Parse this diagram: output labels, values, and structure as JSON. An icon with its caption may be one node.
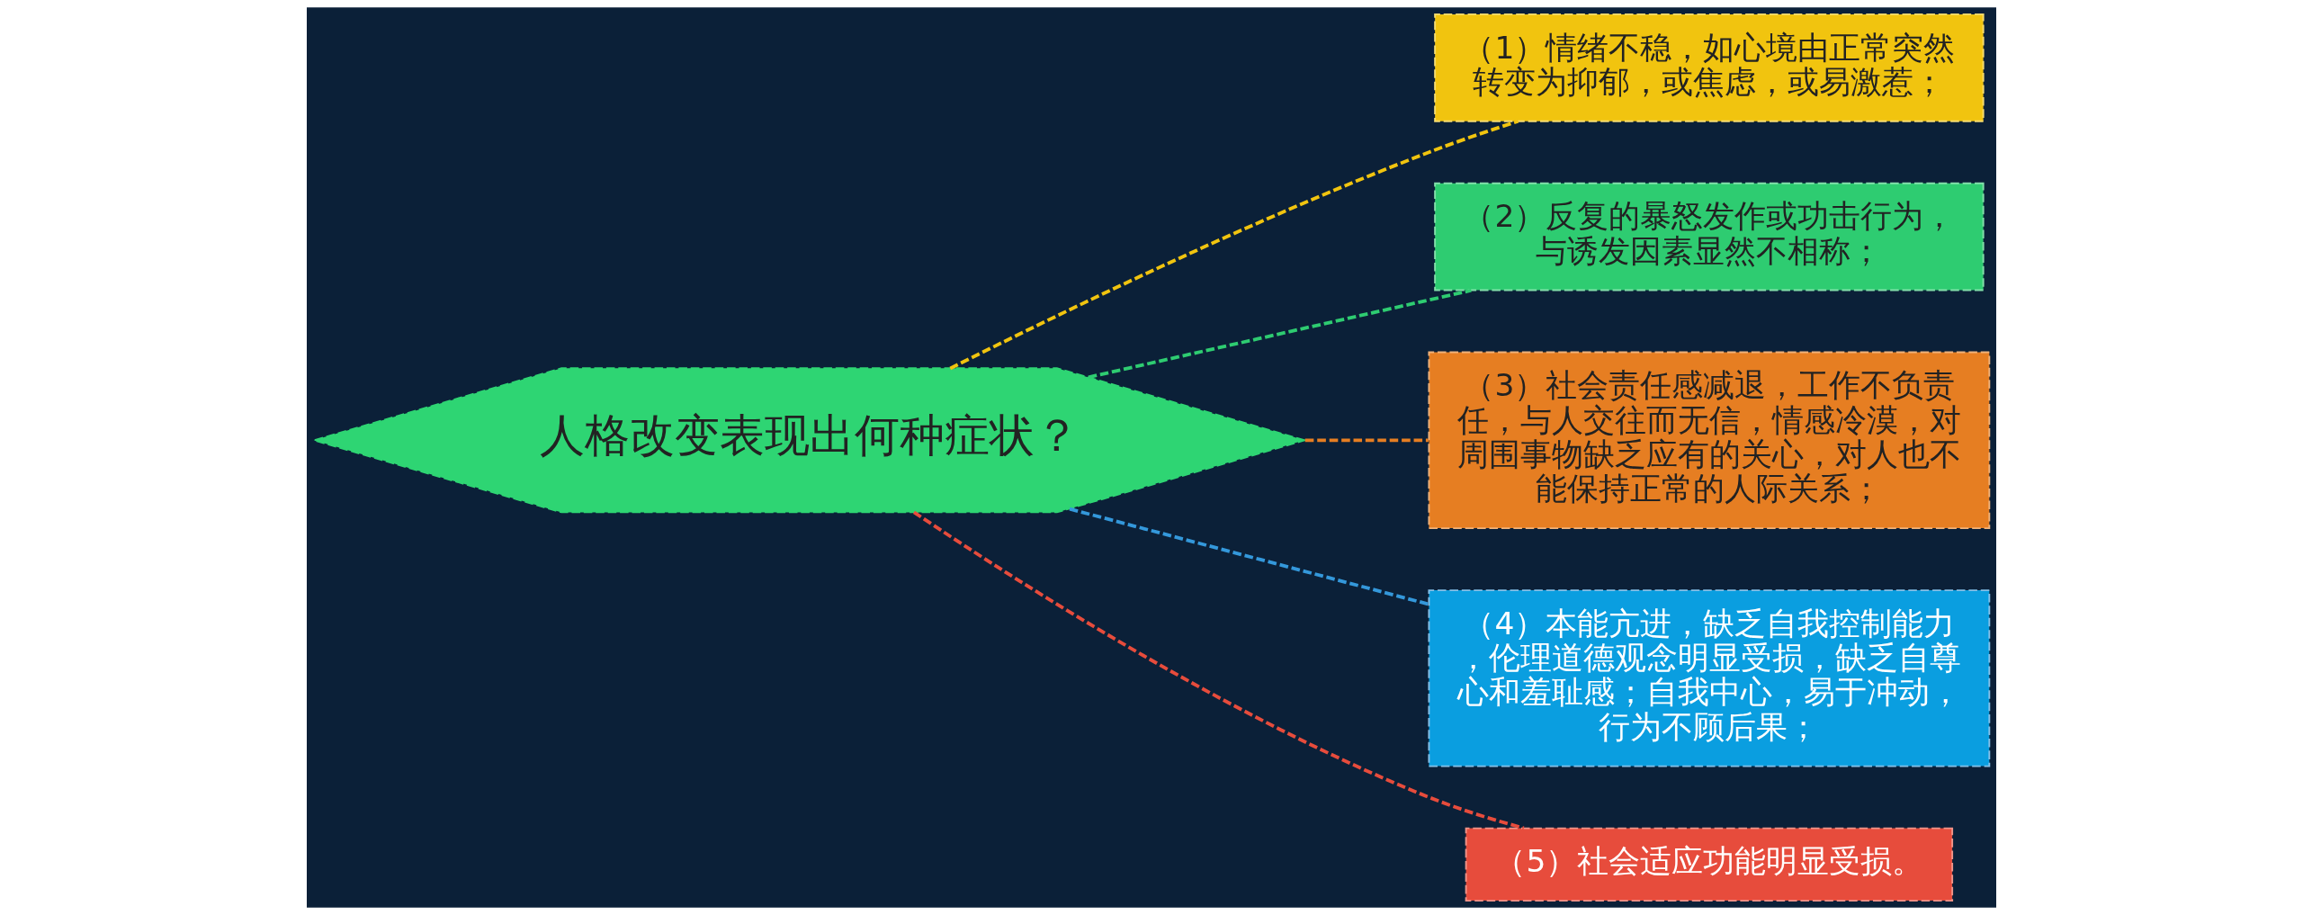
{
  "diagram": {
    "nodes": [
      {
        "text": [
          "人格改变表现出何种症状？"
        ]
      },
      {
        "text": [
          "（1）情绪不稳，如心境由正常突然转变为抑郁，或焦虑，或易激惹；"
        ]
      },
      {
        "text": [
          "（2）反复的暴怒发作或功击行为，与诱发因素显然不相称；"
        ]
      },
      {
        "text": [
          "（3）社会责任感减退，工作不负责任，与人交往而无信，情感冷漠，对周围事物缺乏应有的关心，对人也不能保持正常的人际关系；"
        ]
      },
      {
        "text": [
          "（4）本能亢进，缺乏自我控制能力，伦理道德观念明显受损，缺乏自尊心和羞耻感；自我中心，易于冲动，行为不顾后果；"
        ]
      },
      {
        "text": [
          "（5）社会适应功能明显受损。"
        ]
      }
    ],
    "edges": [
      {
        "from": 0,
        "to": 1,
        "arrow": "none",
        "style": "dashed",
        "color": "#f1c40f"
      },
      {
        "from": 0,
        "to": 2,
        "arrow": "none",
        "style": "dashed",
        "color": "#2ecc71"
      },
      {
        "from": 0,
        "to": 3,
        "arrow": "none",
        "style": "dashed",
        "color": "#e67e22"
      },
      {
        "from": 0,
        "to": 4,
        "arrow": "none",
        "style": "dashed",
        "color": "#3498db"
      },
      {
        "from": 0,
        "to": 5,
        "arrow": "none",
        "style": "dashed",
        "color": "#e74c3c"
      }
    ]
  }
}
